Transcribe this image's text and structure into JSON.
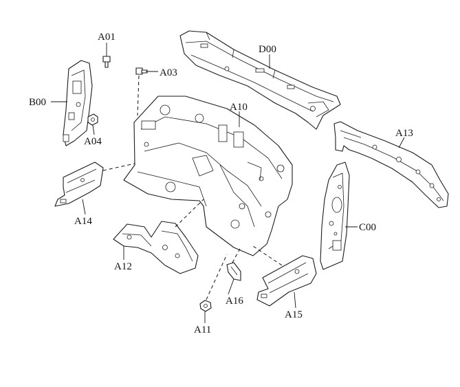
{
  "labels": {
    "a01": "A01",
    "a03": "A03",
    "a04": "A04",
    "a10": "A10",
    "a11": "A11",
    "a12": "A12",
    "a13": "A13",
    "a14": "A14",
    "a15": "A15",
    "a16": "A16",
    "b00": "B00",
    "c00": "C00",
    "d00": "D00"
  }
}
